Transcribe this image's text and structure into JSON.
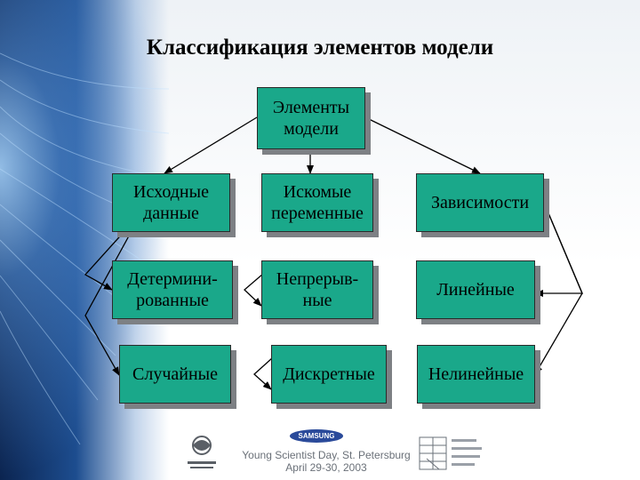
{
  "title": "Классификация элементов модели",
  "boxes": {
    "root": "Элементы модели",
    "input_data": "Исходные данные",
    "sought_vars": "Искомые переменные",
    "dependencies": "Зависимости",
    "deterministic": "Детермини-рованные",
    "continuous": "Непрерыв-ные",
    "linear": "Линейные",
    "random": "Случайные",
    "discrete": "Дискретные",
    "nonlinear": "Нелинейные"
  },
  "footer": {
    "event": "Young Scientist Day, St. Petersburg",
    "date": "April 29-30, 2003"
  },
  "logos": {
    "left": "spbu-logo-icon",
    "center": "samsung-logo-icon",
    "right": "ioffe-logo-icon"
  },
  "colors": {
    "box_fill": "#1aa88a",
    "box_shadow": "#7d8084"
  }
}
